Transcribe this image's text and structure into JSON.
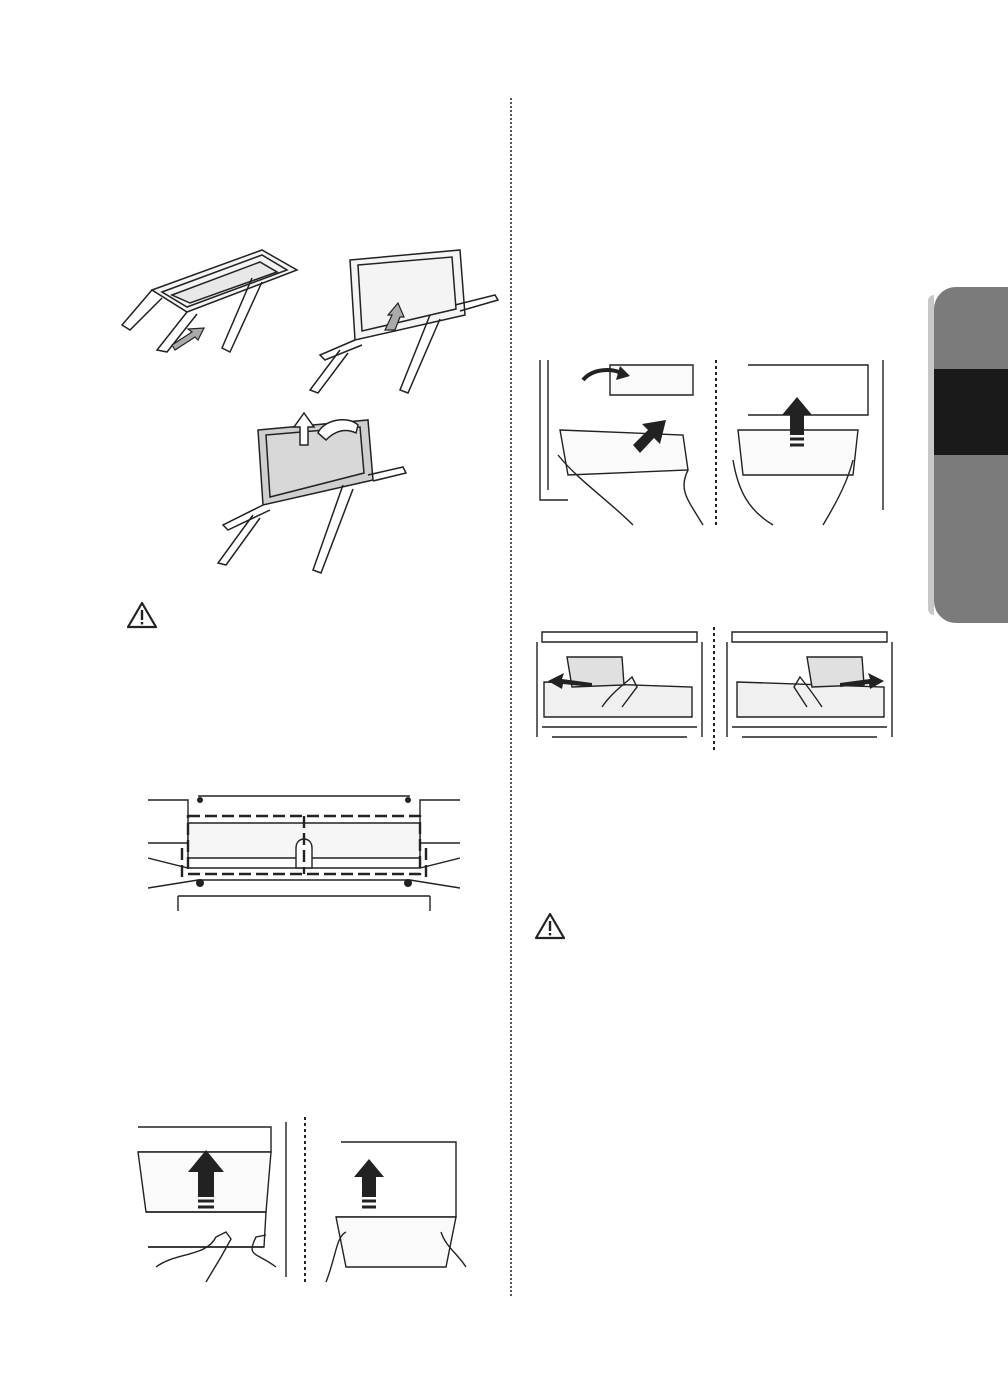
{
  "figures": {
    "filter_tray_push": "filter-tray-push-illustration",
    "filter_tray_lift": "filter-tray-lift-illustration",
    "filter_remove": "filter-remove-illustration",
    "freezer_dividers": "freezer-dividers-illustration",
    "lift_bins_left": "lift-bins-illustration",
    "remove_bin_right": "remove-bin-illustration",
    "slide_drawer": "slide-drawer-illustration"
  },
  "icons": {
    "warning": "warning-icon"
  },
  "colors": {
    "line": "#222222",
    "tab_gray": "#7b7b7b",
    "tab_dark": "#1a1a1a"
  }
}
